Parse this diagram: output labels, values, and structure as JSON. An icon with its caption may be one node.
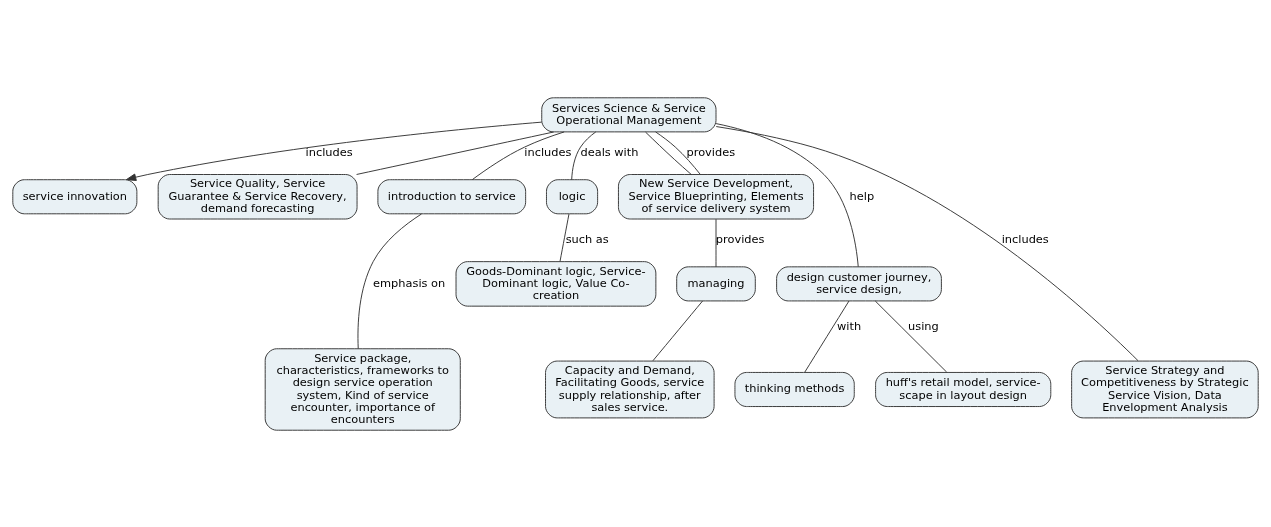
{
  "diagram": {
    "nodes": [
      {
        "text": [
          "Services Science & Service Operational Management"
        ]
      },
      {
        "text": [
          "service innovation"
        ]
      },
      {
        "text": [
          "Service Quality, Service Guarantee & Service Recovery, demand forecasting"
        ]
      },
      {
        "text": [
          "introduction to service"
        ]
      },
      {
        "text": [
          "logic"
        ]
      },
      {
        "text": [
          "New Service Development, Service Blueprinting, Elements of service delivery system"
        ]
      },
      {
        "text": [
          "Service package, characteristics, frameworks to design service operation system, Kind of service encounter, importance of encounters"
        ]
      },
      {
        "text": [
          "Goods-Dominant logic, Service-Dominant logic, Value Co-creation"
        ]
      },
      {
        "text": [
          "design customer journey, service design,"
        ]
      },
      {
        "text": [
          "thinking methods"
        ]
      },
      {
        "text": [
          "huff's retail model, service-scape in layout design"
        ]
      },
      {
        "text": [
          "managing"
        ]
      },
      {
        "text": [
          "Service Strategy and Competitiveness by Strategic Service Vision, Data Envelopment Analysis"
        ]
      },
      {
        "text": [
          "Capacity and Demand, Facilitating Goods, service supply relationship, after sales service."
        ]
      }
    ],
    "edges": [
      {
        "from": 0,
        "to": 1,
        "arrow": "to",
        "label": "includes"
      },
      {
        "from": 0,
        "to": 2,
        "arrow": "none"
      },
      {
        "from": 0,
        "to": 3,
        "arrow": "none",
        "label": "includes"
      },
      {
        "from": 0,
        "to": 12,
        "arrow": "none",
        "label": "includes"
      },
      {
        "from": 0,
        "to": 4,
        "arrow": "none",
        "label": "deals with"
      },
      {
        "from": 0,
        "to": 5,
        "arrow": "none"
      },
      {
        "from": 0,
        "to": 5,
        "arrow": "none",
        "label": "provides"
      },
      {
        "from": 0,
        "to": 8,
        "arrow": "none",
        "label": "help"
      },
      {
        "from": 3,
        "to": 6,
        "arrow": "none",
        "label": "emphasis on"
      },
      {
        "from": 4,
        "to": 7,
        "arrow": "none",
        "label": "such as"
      },
      {
        "from": 5,
        "to": 11,
        "arrow": "none",
        "label": "provides"
      },
      {
        "from": 8,
        "to": 9,
        "arrow": "none",
        "label": "with"
      },
      {
        "from": 8,
        "to": 10,
        "arrow": "none",
        "label": "using"
      },
      {
        "from": 11,
        "to": 13,
        "arrow": "none"
      }
    ]
  }
}
